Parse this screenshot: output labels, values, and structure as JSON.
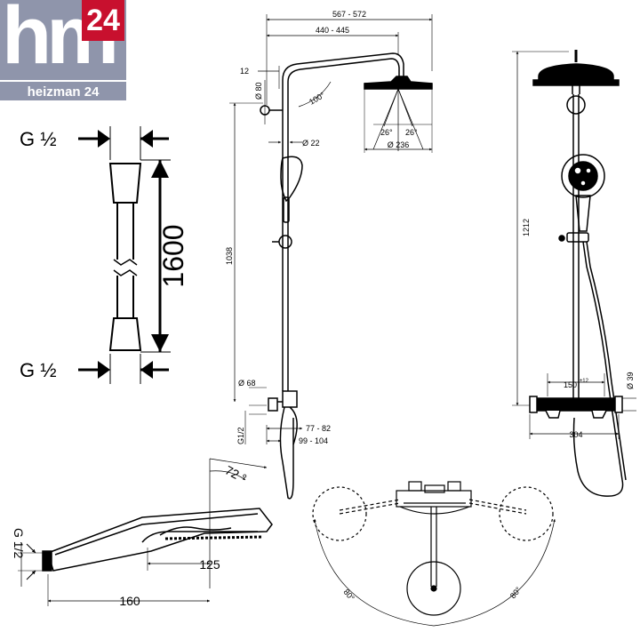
{
  "logo": {
    "main": "hm",
    "badge": "24",
    "name": "heizman 24"
  },
  "hose": {
    "top_thread": "G ½",
    "bottom_thread": "G ½",
    "length": "1600"
  },
  "shower_side": {
    "width_total": "567 - 572",
    "width_arm": "440 - 445",
    "offset": "12",
    "pipe_dia_top": "Ø 80",
    "arm_angle": "100°",
    "spray_angle_left": "26°",
    "spray_angle_right": "26°",
    "head_dia": "Ø 236",
    "riser_dia": "Ø 22",
    "height": "1038",
    "mount_dia": "Ø 68",
    "inlet": "G1/2",
    "depth_1": "77 - 82",
    "depth_2": "99 - 104"
  },
  "shower_front": {
    "height": "1212",
    "centres": "150",
    "centres_tol": "±12",
    "mixer_dia": "Ø 39",
    "mixer_width": "304"
  },
  "hand_shower": {
    "thread": "G 1/2",
    "angle": "72 °",
    "head_length": "125",
    "total_length": "160"
  },
  "top_view": {
    "angle_left": "80°",
    "angle_right": "80°"
  }
}
